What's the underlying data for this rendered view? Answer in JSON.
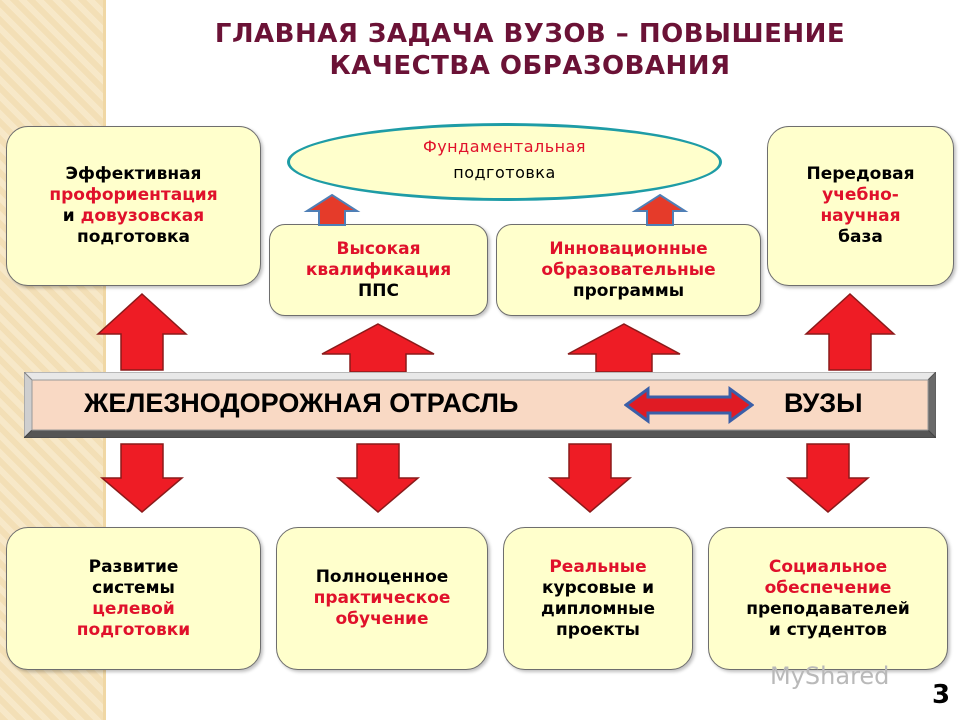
{
  "title": {
    "line1": "ГЛАВНАЯ ЗАДАЧА ВУЗОВ – ПОВЫШЕНИЕ",
    "line2": "КАЧЕСТВА ОБРАЗОВАНИЯ"
  },
  "ellipse": {
    "line1": "Фундаментальная",
    "line2": "подготовка"
  },
  "top_left": {
    "l1": "Эффективная",
    "l2": "профориентация",
    "l3a": "и ",
    "l3b": "довузовская",
    "l4": "подготовка"
  },
  "top_mid_left": {
    "l1": "Высокая",
    "l2": "квалификация",
    "l3": "ППС"
  },
  "top_mid_right": {
    "l1": "Инновационные",
    "l2": "образовательные",
    "l3": "программы"
  },
  "top_right": {
    "l1": "Передовая",
    "l2": "учебно-",
    "l3": "научная",
    "l4": "база"
  },
  "center_bar": {
    "left": "ЖЕЛЕЗНОДОРОЖНАЯ ОТРАСЛЬ",
    "right": "ВУЗЫ"
  },
  "bottom_1": {
    "l1": "Развитие",
    "l2": "системы",
    "l3": "целевой",
    "l4": "подготовки"
  },
  "bottom_2": {
    "l1": "Полноценное",
    "l2": "практическое",
    "l3": "обучение"
  },
  "bottom_3": {
    "l1": "Реальные",
    "l2": "курсовые и",
    "l3": "дипломные",
    "l4": "проекты"
  },
  "bottom_4": {
    "l1": "Социальное",
    "l2": "обеспечение",
    "l3": "преподавателей",
    "l4": "и студентов"
  },
  "page_number": "3",
  "watermark": "MyShared",
  "colors": {
    "title": "#6b1236",
    "accent_red": "#e0112b",
    "box_fill": "#ffffcc",
    "bar_fill": "#f9d9c4",
    "ellipse_border": "#1e9ca6"
  }
}
